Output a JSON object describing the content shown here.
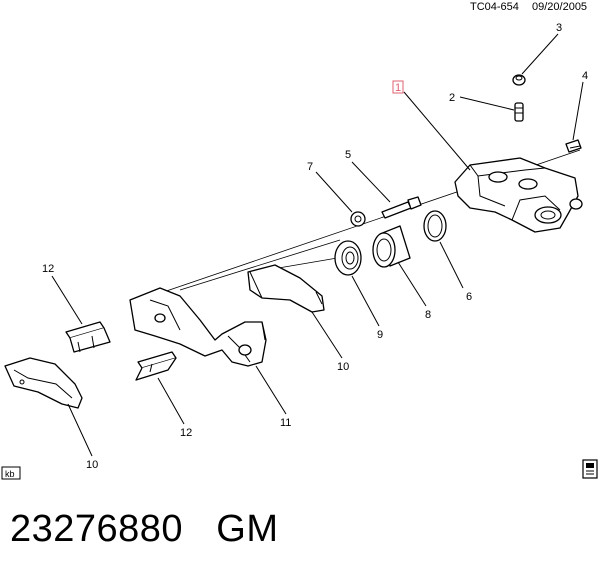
{
  "header": {
    "code": "TC04-654",
    "date": "09/20/2005"
  },
  "callouts": {
    "c1": "1",
    "c2": "2",
    "c3": "3",
    "c4": "4",
    "c5": "5",
    "c6": "6",
    "c7": "7",
    "c8": "8",
    "c9": "9",
    "c10a": "10",
    "c10b": "10",
    "c11": "11",
    "c12a": "12",
    "c12b": "12"
  },
  "corner_badge": "kb",
  "footer": {
    "part_number": "23276880",
    "brand": "GM"
  },
  "colors": {
    "highlight_box": "#e06070",
    "ink": "#000000"
  }
}
